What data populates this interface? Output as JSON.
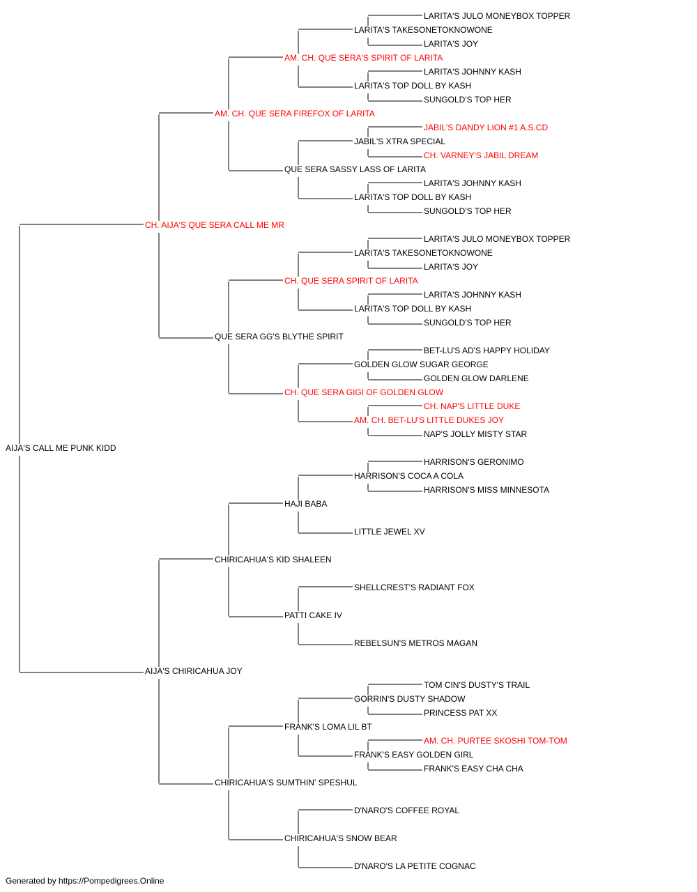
{
  "colors": {
    "champion": "#ff0000",
    "normal": "#000000",
    "line": "#000000"
  },
  "footer": "Generated by https://Pompedigrees.Online",
  "pedigree": [
    {
      "gen": 0,
      "name": "AIJA'S CALL ME PUNK KIDD",
      "champion": false
    },
    {
      "gen": 1,
      "name": "CH. AIJA'S QUE SERA CALL ME MR",
      "champion": true
    },
    {
      "gen": 2,
      "name": "AM. CH. QUE SERA FIREFOX OF LARITA",
      "champion": true
    },
    {
      "gen": 3,
      "name": "AM. CH. QUE SERA'S SPIRIT OF LARITA",
      "champion": true
    },
    {
      "gen": 4,
      "name": "LARITA'S TAKESONETOKNOWONE",
      "champion": false
    },
    {
      "gen": 5,
      "name": "LARITA'S JULO MONEYBOX TOPPER",
      "champion": false
    },
    {
      "gen": 5,
      "name": "LARITA'S JOY",
      "champion": false
    },
    {
      "gen": 4,
      "name": "LARITA'S TOP DOLL BY KASH",
      "champion": false
    },
    {
      "gen": 5,
      "name": "LARITA'S JOHNNY KASH",
      "champion": false
    },
    {
      "gen": 5,
      "name": "SUNGOLD'S TOP HER",
      "champion": false
    },
    {
      "gen": 3,
      "name": "QUE SERA SASSY LASS OF LARITA",
      "champion": false
    },
    {
      "gen": 4,
      "name": "JABIL'S XTRA SPECIAL",
      "champion": false
    },
    {
      "gen": 5,
      "name": "JABIL'S DANDY LION #1 A.S.CD",
      "champion": true
    },
    {
      "gen": 5,
      "name": "CH. VARNEY'S JABIL DREAM",
      "champion": true
    },
    {
      "gen": 4,
      "name": "LARITA'S TOP DOLL BY KASH",
      "champion": false
    },
    {
      "gen": 5,
      "name": "LARITA'S JOHNNY KASH",
      "champion": false
    },
    {
      "gen": 5,
      "name": "SUNGOLD'S TOP HER",
      "champion": false
    },
    {
      "gen": 2,
      "name": "QUE SERA GG'S BLYTHE SPIRIT",
      "champion": false
    },
    {
      "gen": 3,
      "name": "CH. QUE SERA SPIRIT OF LARITA",
      "champion": true
    },
    {
      "gen": 4,
      "name": "LARITA'S TAKESONETOKNOWONE",
      "champion": false
    },
    {
      "gen": 5,
      "name": "LARITA'S JULO MONEYBOX TOPPER",
      "champion": false
    },
    {
      "gen": 5,
      "name": "LARITA'S JOY",
      "champion": false
    },
    {
      "gen": 4,
      "name": "LARITA'S TOP DOLL BY KASH",
      "champion": false
    },
    {
      "gen": 5,
      "name": "LARITA'S JOHNNY KASH",
      "champion": false
    },
    {
      "gen": 5,
      "name": "SUNGOLD'S TOP HER",
      "champion": false
    },
    {
      "gen": 3,
      "name": "CH. QUE SERA GIGI OF GOLDEN GLOW",
      "champion": true
    },
    {
      "gen": 4,
      "name": "GOLDEN GLOW SUGAR GEORGE",
      "champion": false
    },
    {
      "gen": 5,
      "name": "BET-LU'S AD'S HAPPY HOLIDAY",
      "champion": false
    },
    {
      "gen": 5,
      "name": "GOLDEN GLOW DARLENE",
      "champion": false
    },
    {
      "gen": 4,
      "name": "AM. CH. BET-LU'S LITTLE DUKES JOY",
      "champion": true
    },
    {
      "gen": 5,
      "name": "CH. NAP'S LITTLE DUKE",
      "champion": true
    },
    {
      "gen": 5,
      "name": "NAP'S JOLLY MISTY STAR",
      "champion": false
    },
    {
      "gen": 1,
      "name": "AIJA'S CHIRICAHUA JOY",
      "champion": false
    },
    {
      "gen": 2,
      "name": "CHIRICAHUA'S KID SHALEEN",
      "champion": false
    },
    {
      "gen": 3,
      "name": "HAJI BABA",
      "champion": false
    },
    {
      "gen": 4,
      "name": "HARRISON'S COCA A COLA",
      "champion": false
    },
    {
      "gen": 5,
      "name": "HARRISON'S GERONIMO",
      "champion": false
    },
    {
      "gen": 5,
      "name": "HARRISON'S MISS MINNESOTA",
      "champion": false
    },
    {
      "gen": 4,
      "name": "LITTLE JEWEL XV",
      "champion": false
    },
    {
      "gen": 3,
      "name": "PATTI CAKE IV",
      "champion": false
    },
    {
      "gen": 4,
      "name": "SHELLCREST'S RADIANT FOX",
      "champion": false
    },
    {
      "gen": 4,
      "name": "REBELSUN'S METROS MAGAN",
      "champion": false
    },
    {
      "gen": 2,
      "name": "CHIRICAHUA'S SUMTHIN' SPESHUL",
      "champion": false
    },
    {
      "gen": 3,
      "name": "FRANK'S LOMA LIL BT",
      "champion": false
    },
    {
      "gen": 4,
      "name": "GORRIN'S DUSTY SHADOW",
      "champion": false
    },
    {
      "gen": 5,
      "name": "TOM CIN'S DUSTY'S TRAIL",
      "champion": false
    },
    {
      "gen": 5,
      "name": "PRINCESS PAT XX",
      "champion": false
    },
    {
      "gen": 4,
      "name": "FRANK'S EASY GOLDEN GIRL",
      "champion": false
    },
    {
      "gen": 5,
      "name": "AM. CH. PURTEE SKOSHI TOM-TOM",
      "champion": true
    },
    {
      "gen": 5,
      "name": "FRANK'S EASY CHA CHA",
      "champion": false
    },
    {
      "gen": 3,
      "name": "CHIRICAHUA'S SNOW BEAR",
      "champion": false
    },
    {
      "gen": 4,
      "name": "D'NARO'S COFFEE ROYAL",
      "champion": false
    },
    {
      "gen": 4,
      "name": "D'NARO'S LA PETITE COGNAC",
      "champion": false
    }
  ]
}
